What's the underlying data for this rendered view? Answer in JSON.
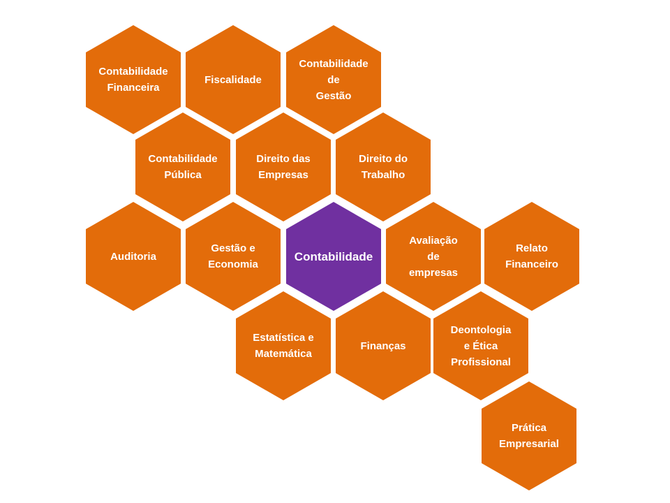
{
  "colors": {
    "default": "#E36C0A",
    "center": "#7030A0",
    "text": "#FFFFFF"
  },
  "hexagons": [
    {
      "label": "Contabilidade\nFinanceira"
    },
    {
      "label": "Fiscalidade"
    },
    {
      "label": "Contabilidade\nde\nGestão"
    },
    {
      "label": "Contabilidade\nPública"
    },
    {
      "label": "Direito das\nEmpresas"
    },
    {
      "label": "Direito do\nTrabalho"
    },
    {
      "label": "Auditoria"
    },
    {
      "label": "Gestão e\nEconomia"
    },
    {
      "label": "Contabilidade"
    },
    {
      "label": "Avaliação\nde\nempresas"
    },
    {
      "label": "Relato\nFinanceiro"
    },
    {
      "label": "Estatística e\nMatemática"
    },
    {
      "label": "Finanças"
    },
    {
      "label": "Deontologia\ne Ética\nProfissional"
    },
    {
      "label": "Prática\nEmpresarial"
    }
  ]
}
